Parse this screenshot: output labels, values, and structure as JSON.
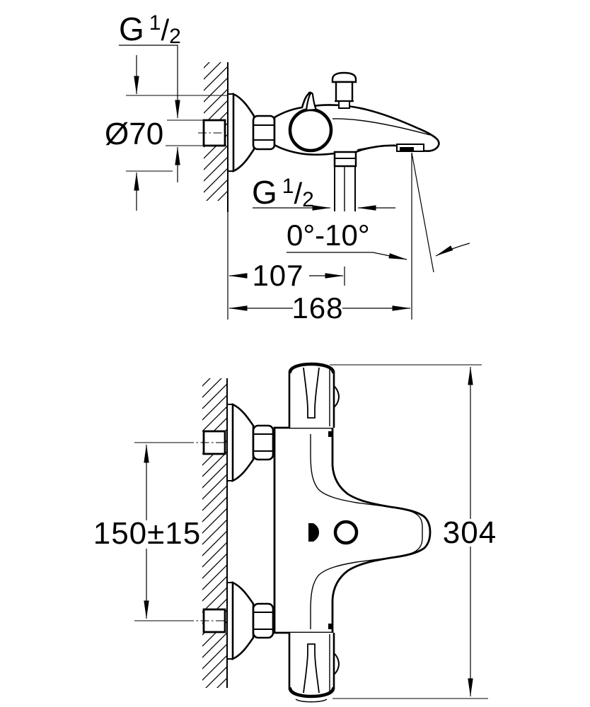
{
  "page": {
    "background": "#ffffff",
    "line_color": "#000000"
  },
  "side_view": {
    "wall_thread_label": {
      "prefix": "G",
      "numerator": "1",
      "slash": "/",
      "denominator": "2"
    },
    "escutcheon_diameter_label": "Ø70",
    "hose_thread_label": {
      "prefix": "G",
      "numerator": "1",
      "slash": "/",
      "denominator": "2"
    },
    "spout_angle_label": "0°-10°",
    "dim_wall_to_hose": "107",
    "dim_wall_to_outlet": "168"
  },
  "front_view": {
    "dim_connection_spacing": "150±15",
    "dim_total_height": "304"
  }
}
